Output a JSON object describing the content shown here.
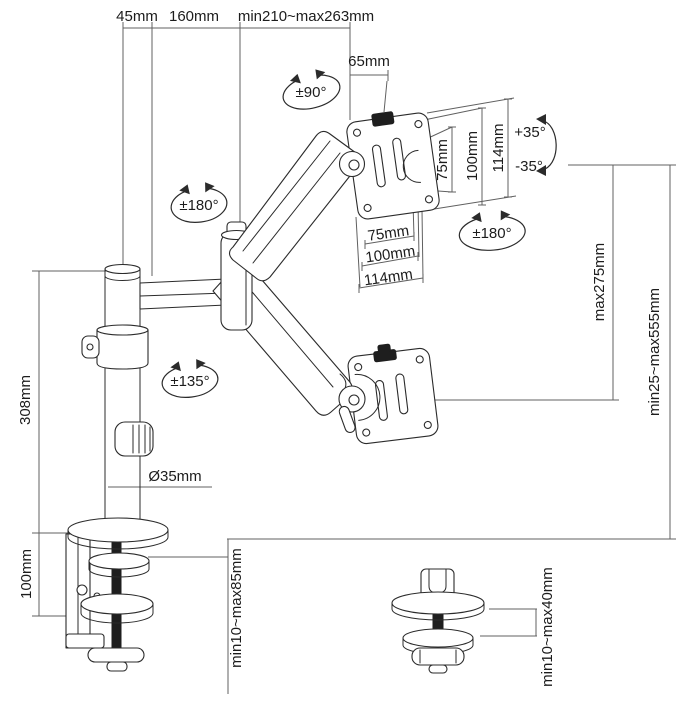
{
  "diagram": {
    "dimensions": {
      "pole_offset": "45mm",
      "lower_arm_length": "160mm",
      "upper_arm_reach": "min210~max263mm",
      "head_depth": "65mm",
      "vesa_vertical": [
        "75mm",
        "100mm",
        "114mm"
      ],
      "vesa_horizontal": [
        "75mm",
        "100mm",
        "114mm"
      ],
      "height_adjustment": "max275mm",
      "height_range": "min25~max555mm",
      "pole_height": "308mm",
      "clamp_body_height": "100mm",
      "pole_diameter": "Ø35mm",
      "clamp_capacity": "min10~max85mm",
      "grommet_capacity": "min10~max40mm"
    },
    "rotations": {
      "head_swivel": "±90°",
      "arm_swivel": "±180°",
      "vesa_rotation": "±180°",
      "base_swivel": "±135°",
      "tilt_up": "+35°",
      "tilt_down": "-35°"
    }
  }
}
